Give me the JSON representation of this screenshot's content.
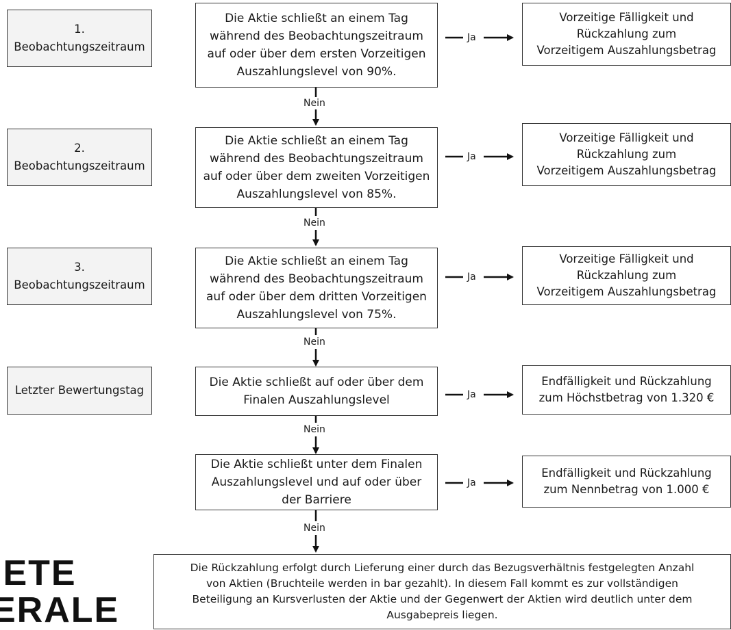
{
  "rows": [
    {
      "period": "1.\nBeobachtungszeitraum",
      "condition": "Die Aktie schließt an einem Tag\nwährend des Beobachtungszeitraum\nauf oder über dem ersten Vorzeitigen\nAuszahlungslevel von 90%.",
      "yes_label": "Ja",
      "outcome": "Vorzeitige Fälligkeit und\nRückzahlung zum\nVorzeitigem Auszahlungsbetrag",
      "no_label": "Nein"
    },
    {
      "period": "2.\nBeobachtungszeitraum",
      "condition": "Die Aktie schließt an einem Tag\nwährend des Beobachtungszeitraum\nauf oder über dem zweiten Vorzeitigen\nAuszahlungslevel von 85%.",
      "yes_label": "Ja",
      "outcome": "Vorzeitige Fälligkeit und\nRückzahlung zum\nVorzeitigem Auszahlungsbetrag",
      "no_label": "Nein"
    },
    {
      "period": "3.\nBeobachtungszeitraum",
      "condition": "Die Aktie schließt an einem Tag\nwährend des Beobachtungszeitraum\nauf oder über dem dritten Vorzeitigen\nAuszahlungslevel von 75%.",
      "yes_label": "Ja",
      "outcome": "Vorzeitige Fälligkeit und\nRückzahlung zum\nVorzeitigem Auszahlungsbetrag",
      "no_label": "Nein"
    },
    {
      "period": "Letzter Bewertungstag",
      "condition": "Die Aktie schließt auf oder über dem\nFinalen Auszahlungslevel",
      "yes_label": "Ja",
      "outcome": "Endfälligkeit und Rückzahlung\nzum Höchstbetrag von 1.320 €",
      "no_label": "Nein"
    },
    {
      "condition": "Die Aktie schließt unter dem Finalen\nAuszahlungslevel und auf oder über\nder Barriere",
      "yes_label": "Ja",
      "outcome": "Endfälligkeit und Rückzahlung\nzum Nennbetrag von 1.000 €",
      "no_label": "Nein"
    }
  ],
  "final_outcome": "Die Rückzahlung erfolgt durch Lieferung einer durch das Bezugsverhältnis festgelegten Anzahl\nvon Aktien (Bruchteile werden in bar gezahlt). In diesem Fall kommt es zur vollständigen\nBeteiligung an Kursverlusten der Aktie und der Gegenwert der Aktien wird deutlich unter dem\nAusgabepreis liegen.",
  "logo": {
    "line1": "IETE",
    "line2": "ERALE"
  }
}
